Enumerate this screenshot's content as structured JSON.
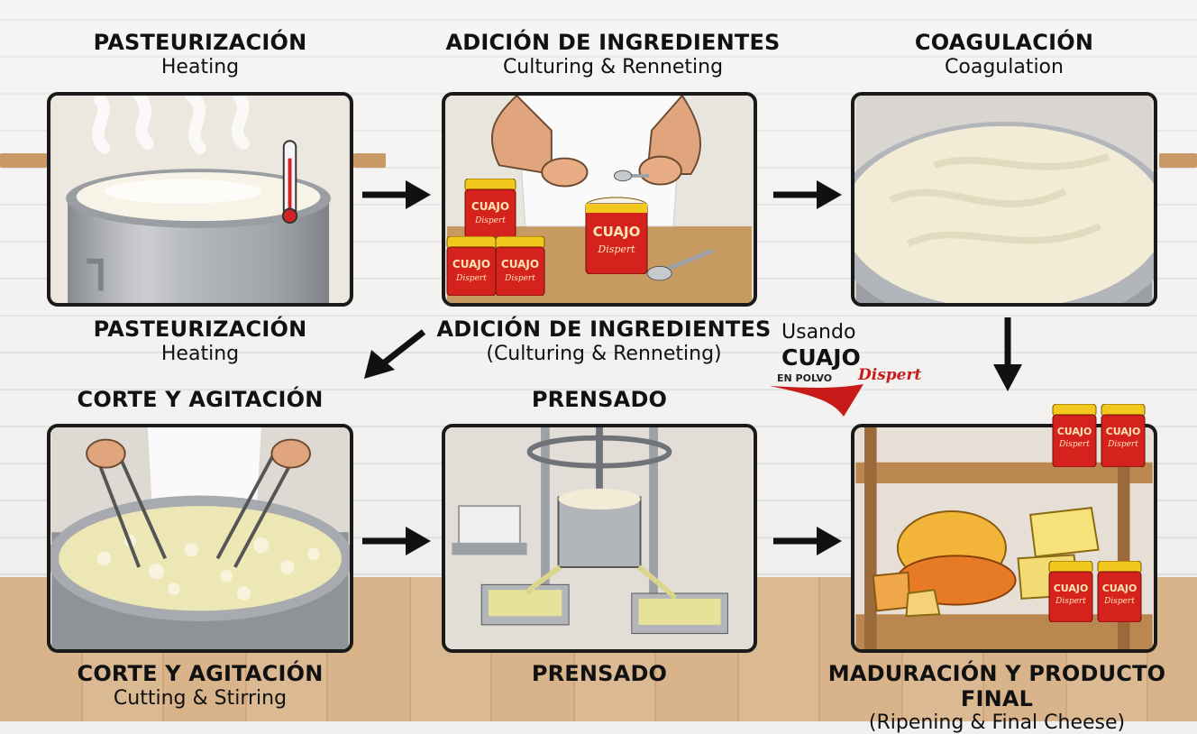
{
  "steps": [
    {
      "title": "PASTEURIZACIÓN",
      "subtitle": "Heating"
    },
    {
      "title": "ADICIÓN DE INGREDIENTES",
      "subtitle": "Culturing & Renneting"
    },
    {
      "title": "COAGULACIÓN",
      "subtitle": "Coagulation"
    },
    {
      "title": "CORTE Y AGITACIÓN",
      "subtitle": "Cutting & Stirring"
    },
    {
      "title": "PRENSADO",
      "subtitle": ""
    },
    {
      "title": "MADURACIÓN Y PRODUCTO FINAL",
      "subtitle": "(Ripening & Final Cheese)"
    }
  ],
  "captions": {
    "mid_left": {
      "title": "PASTEURIZACIÓN",
      "subtitle": "Heating"
    },
    "mid_center": {
      "title": "ADICIÓN DE INGREDIENTES",
      "subtitle": "(Culturing & Renneting)"
    },
    "mid_cut": {
      "title": "CORTE Y AGITACIÓN"
    },
    "mid_press": {
      "title": "PRENSADO"
    }
  },
  "note": {
    "using": "Usando",
    "product": "CUAJO",
    "form": "EN POLVO",
    "brand": "Dispert"
  },
  "jar": {
    "label": "CUAJO",
    "brand": "Dispert"
  },
  "colors": {
    "jar_red": "#d6221c",
    "jar_lid": "#f2c81c",
    "brand_red": "#c91a1a",
    "frame": "#1a1a1a"
  }
}
